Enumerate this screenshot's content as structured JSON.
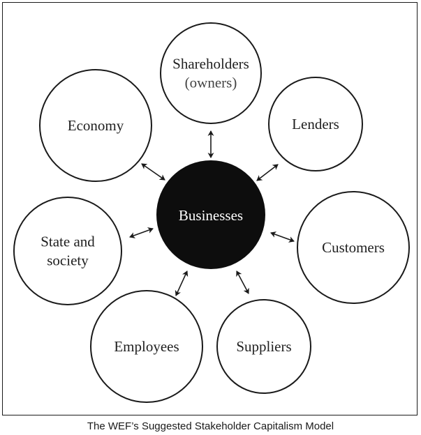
{
  "diagram": {
    "center": {
      "label": "Businesses"
    },
    "nodes": [
      {
        "id": "shareholders",
        "lines": [
          "Shareholders",
          "(owners)"
        ]
      },
      {
        "id": "lenders",
        "lines": [
          "Lenders"
        ]
      },
      {
        "id": "customers",
        "lines": [
          "Customers"
        ]
      },
      {
        "id": "suppliers",
        "lines": [
          "Suppliers"
        ]
      },
      {
        "id": "employees",
        "lines": [
          "Employees"
        ]
      },
      {
        "id": "state-and-society",
        "lines": [
          "State and",
          "society"
        ]
      },
      {
        "id": "economy",
        "lines": [
          "Economy"
        ]
      }
    ],
    "colors": {
      "center_fill": "#0d0d0d",
      "node_stroke": "#1a1a1a",
      "text": "#1f1f1f"
    }
  },
  "caption": "The WEF’s Suggested Stakeholder Capitalism Model"
}
